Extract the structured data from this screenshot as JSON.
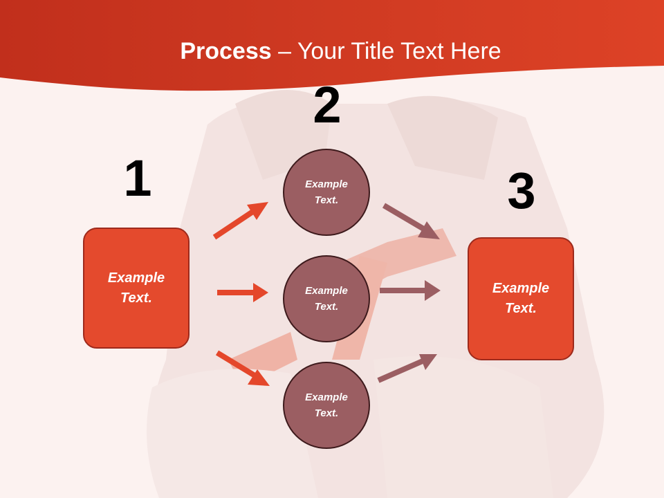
{
  "title": {
    "bold": "Process",
    "rest": " – Your Title Text Here"
  },
  "numbers": {
    "n1": "1",
    "n2": "2",
    "n3": "3"
  },
  "left_box": {
    "text": "Example Text."
  },
  "right_box": {
    "text": "Example Text."
  },
  "circles": [
    {
      "text": "Example Text."
    },
    {
      "text": "Example Text."
    },
    {
      "text": "Example Text."
    }
  ],
  "colors": {
    "header_red": "#d13b22",
    "box_fill": "#e44a2d",
    "circle_fill": "#9b5e62",
    "left_arrow": "#e4472b",
    "right_arrow": "#9b5e62"
  }
}
